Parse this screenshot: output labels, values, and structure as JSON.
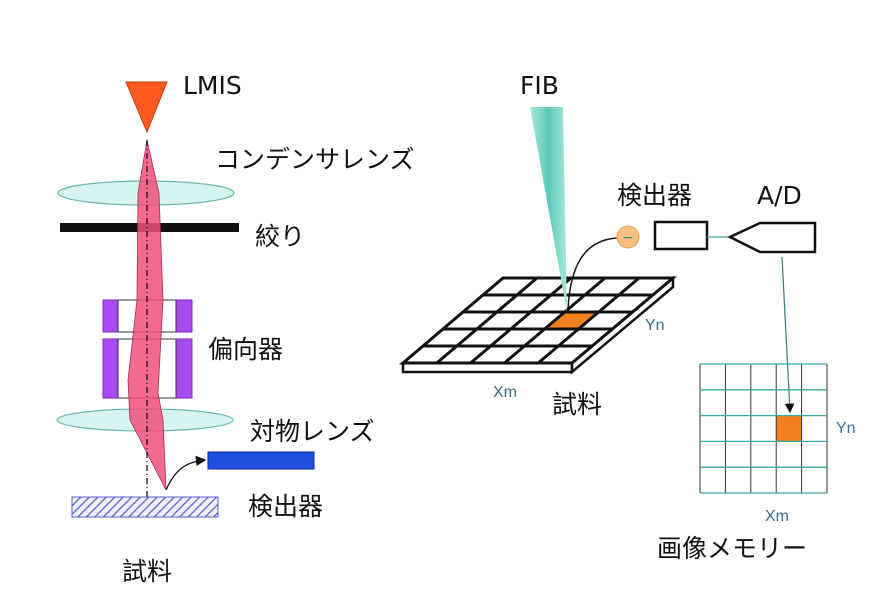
{
  "left": {
    "source_label": "LMIS",
    "condenser_label": "コンデンサレンズ",
    "aperture_label": "絞り",
    "deflector_label": "偏向器",
    "objective_label": "対物レンズ",
    "detector_label": "検出器",
    "sample_label": "試料"
  },
  "right": {
    "beam_label": "FIB",
    "detector_label": "検出器",
    "adc_label": "A/D",
    "electron_symbol": "−",
    "sample_label": "試料",
    "sample_x_label": "Xm",
    "sample_y_label": "Yn",
    "memory_label": "画像メモリー",
    "memory_x_label": "Xm",
    "memory_y_label": "Yn",
    "grid_cols": 5,
    "grid_rows": 5,
    "highlight_cell": {
      "col": 3,
      "row": 2
    }
  },
  "colors": {
    "source": "#ff5a1f",
    "beam": "#f0507a",
    "lens": "#d6f3ee",
    "deflector": "#a64bf0",
    "detector": "#1e4fe0",
    "fib": "#7fd9cc",
    "highlight": "#f2801e",
    "electron": "#f5c080",
    "memory_grid": "#3aa7a7"
  }
}
